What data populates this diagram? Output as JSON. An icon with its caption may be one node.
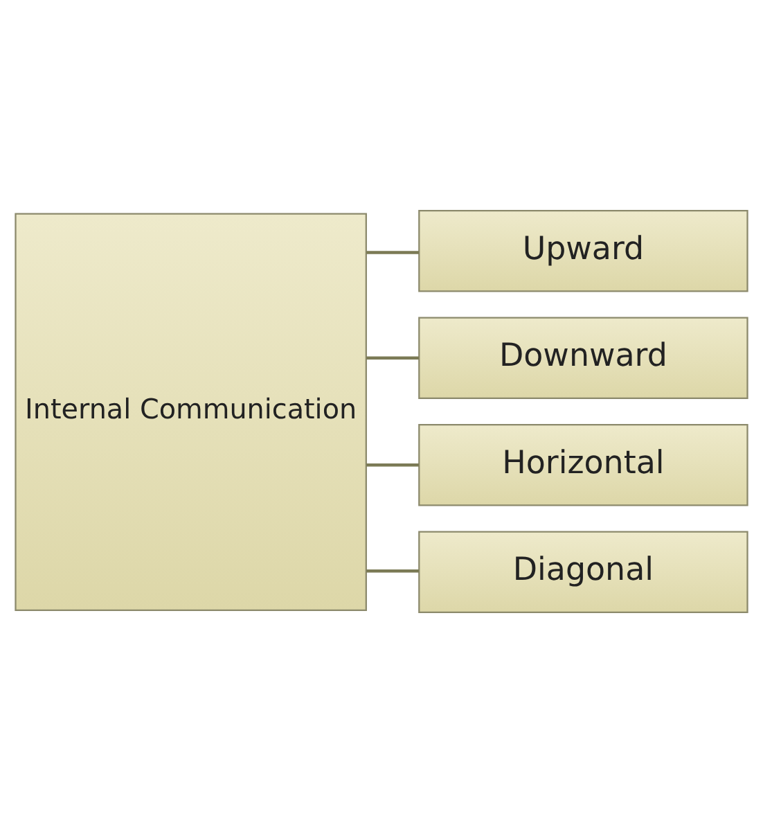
{
  "diagram": {
    "nodes": [
      {
        "text": [
          "Internal Communication"
        ]
      },
      {
        "text": [
          "Upward"
        ]
      },
      {
        "text": [
          "Downward"
        ]
      },
      {
        "text": [
          "Horizontal"
        ]
      },
      {
        "text": [
          "Diagonal"
        ]
      }
    ],
    "edges": [
      {
        "from": 0,
        "to": 1,
        "arrow": "none"
      },
      {
        "from": 0,
        "to": 2,
        "arrow": "none"
      },
      {
        "from": 0,
        "to": 3,
        "arrow": "none"
      },
      {
        "from": 0,
        "to": 4,
        "arrow": "none"
      }
    ]
  }
}
